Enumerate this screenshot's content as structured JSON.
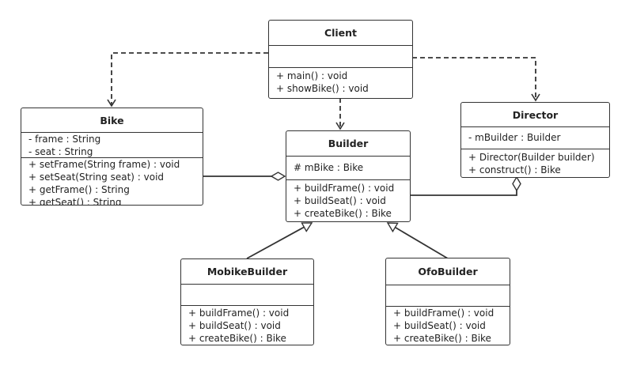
{
  "classes": {
    "client": {
      "name": "Client",
      "attributes": [],
      "methods": [
        "+ main() : void",
        "+ showBike() : void"
      ]
    },
    "bike": {
      "name": "Bike",
      "attributes": [
        "- frame : String",
        "- seat : String"
      ],
      "methods": [
        "+ setFrame(String frame) : void",
        "+ setSeat(String seat) : void",
        "+ getFrame() : String",
        "+ getSeat() : String"
      ]
    },
    "builder": {
      "name": "Builder",
      "attributes": [
        "# mBike : Bike"
      ],
      "methods": [
        "+ buildFrame() : void",
        "+ buildSeat() : void",
        "+ createBike() : Bike"
      ]
    },
    "director": {
      "name": "Director",
      "attributes": [
        "- mBuilder : Builder"
      ],
      "methods": [
        "+ Director(Builder builder)",
        "+ construct() : Bike"
      ]
    },
    "mobike": {
      "name": "MobikeBuilder",
      "attributes": [],
      "methods": [
        "+ buildFrame() : void",
        "+ buildSeat() : void",
        "+ createBike() : Bike"
      ]
    },
    "ofo": {
      "name": "OfoBuilder",
      "attributes": [],
      "methods": [
        "+ buildFrame() : void",
        "+ buildSeat() : void",
        "+ createBike() : Bike"
      ]
    }
  },
  "relations": [
    {
      "from": "client",
      "to": "bike",
      "type": "dependency"
    },
    {
      "from": "client",
      "to": "builder",
      "type": "dependency"
    },
    {
      "from": "client",
      "to": "director",
      "type": "dependency"
    },
    {
      "from": "builder",
      "to": "bike",
      "type": "aggregation"
    },
    {
      "from": "director",
      "to": "builder",
      "type": "aggregation"
    },
    {
      "from": "mobike",
      "to": "builder",
      "type": "generalization"
    },
    {
      "from": "ofo",
      "to": "builder",
      "type": "generalization"
    }
  ],
  "colors": {
    "stroke": "#333333",
    "text": "#222222",
    "background": "#ffffff"
  }
}
